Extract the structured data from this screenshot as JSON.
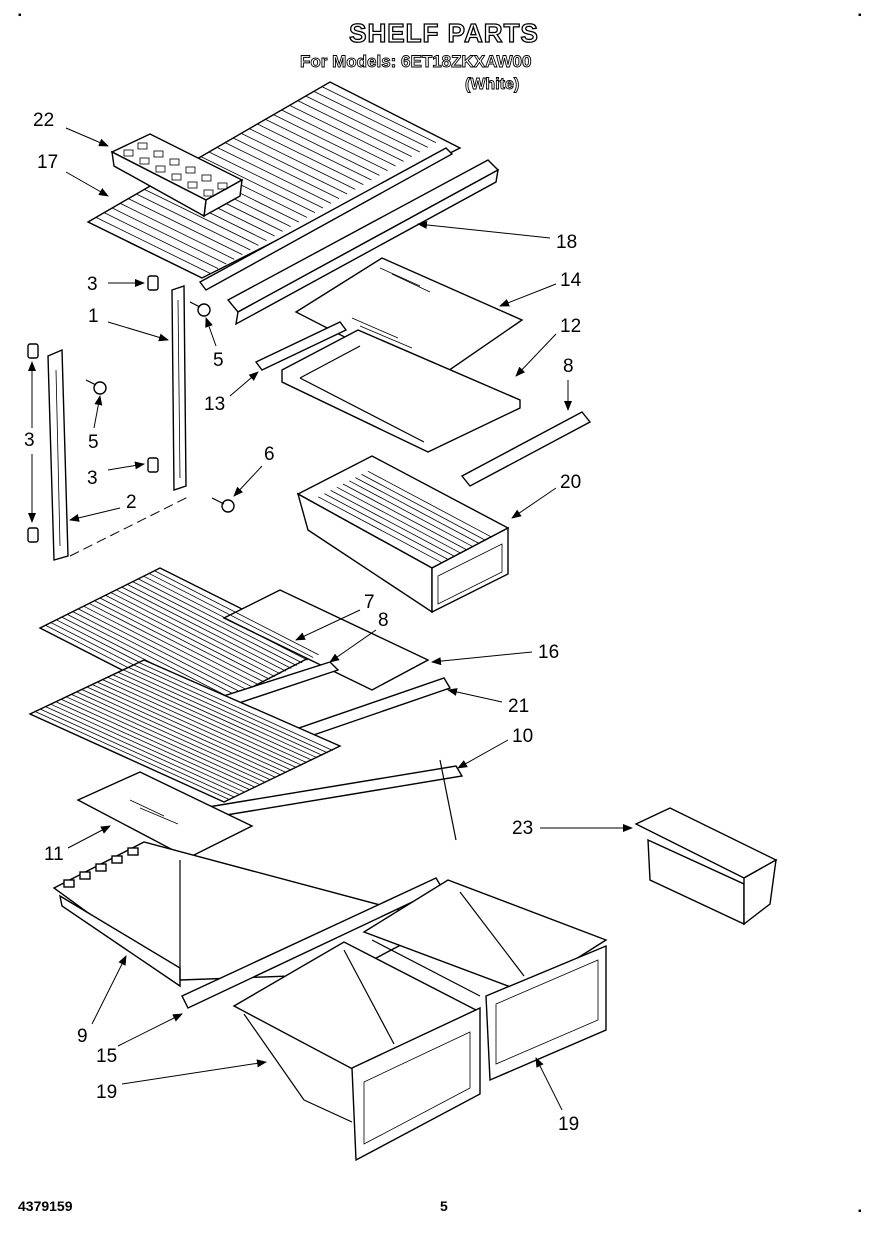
{
  "page": {
    "title": "SHELF PARTS",
    "models_line": "For Models: 6ET18ZKXAW00",
    "color_variant": "(White)",
    "doc_number": "4379159",
    "page_number": "5"
  },
  "callouts": [
    "22",
    "17",
    "18",
    "14",
    "3",
    "1",
    "5",
    "12",
    "13",
    "8",
    "3",
    "5",
    "3",
    "6",
    "2",
    "20",
    "7",
    "8",
    "16",
    "21",
    "10",
    "23",
    "11",
    "9",
    "15",
    "19",
    "19"
  ]
}
